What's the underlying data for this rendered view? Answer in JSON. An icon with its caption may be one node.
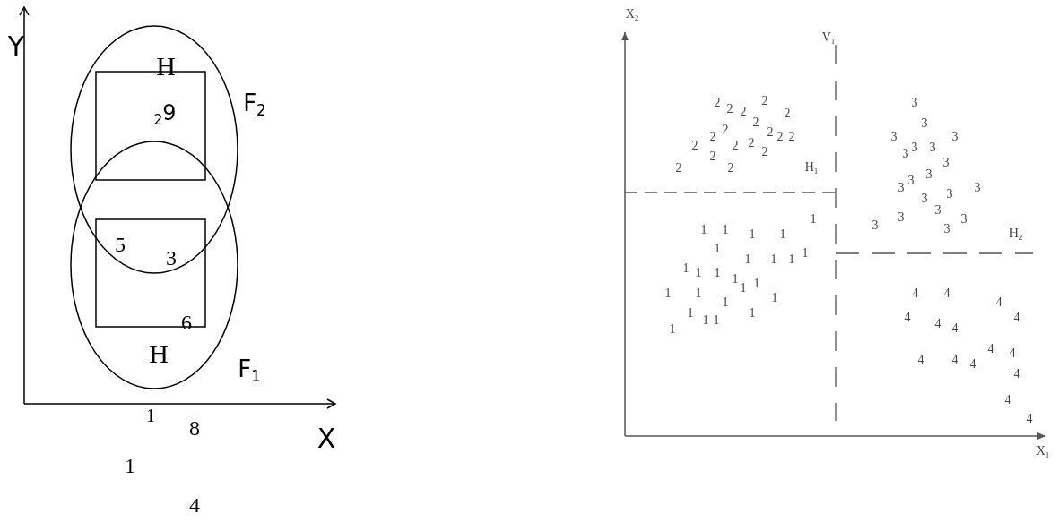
{
  "diagram": {
    "labels": [
      "Y",
      "H",
      "$_{2}$9",
      "F$_{2}$",
      "5",
      "3",
      "6",
      "H",
      "F$_{1}$",
      "1",
      "8",
      "X",
      "1",
      "4",
      "X$_{2}$",
      "V$_{1}$",
      "2",
      "2",
      "2",
      "2",
      "2",
      "2",
      "2",
      "2",
      "2",
      "2",
      "2",
      "2",
      "2",
      "2",
      "2",
      "2",
      "2",
      "2",
      "H$_{1}$",
      "3",
      "3",
      "3",
      "3",
      "3",
      "3",
      "3",
      "3",
      "3",
      "3",
      "3",
      "3",
      "3",
      "3",
      "3",
      "3",
      "3",
      "3",
      "3",
      "H$_{2}$",
      "1",
      "1",
      "1",
      "1",
      "1",
      "1",
      "1",
      "1",
      "1",
      "1",
      "1",
      "1",
      "1",
      "1",
      "1",
      "1",
      "1",
      "1",
      "1",
      "1",
      "1",
      "1",
      "1",
      "1",
      "1",
      "4",
      "4",
      "4",
      "4",
      "4",
      "4",
      "4",
      "4",
      "4",
      "4",
      "4",
      "4",
      "4",
      "4",
      "4",
      "X$_{1}$"
    ]
  }
}
